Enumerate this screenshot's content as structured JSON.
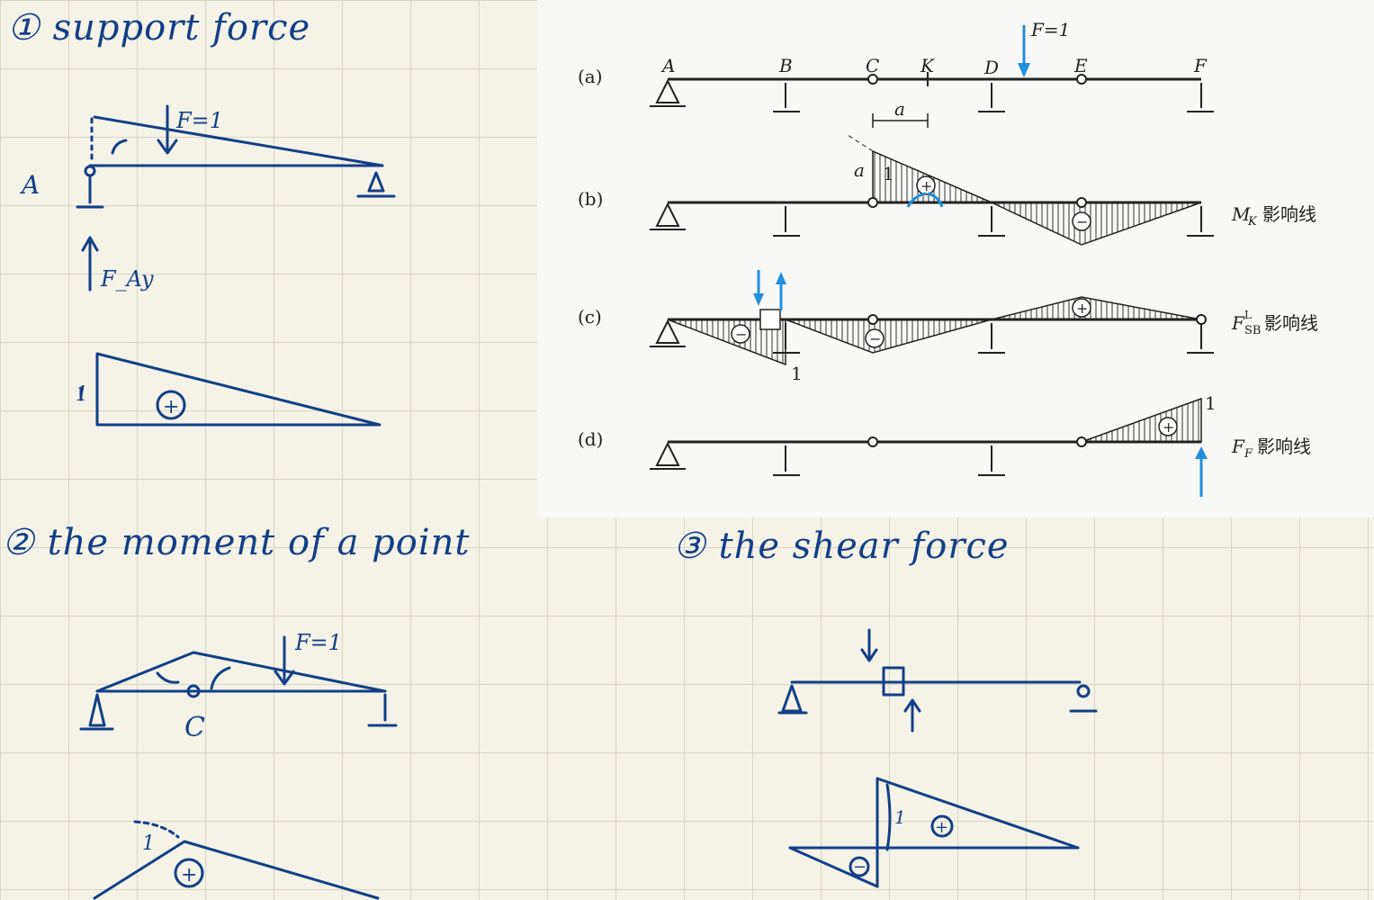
{
  "notes": {
    "section1_title": "① support force",
    "section2_title": "② the moment of a point",
    "section3_title": "③ the shear force",
    "s1": {
      "support_label": "A",
      "force_label": "F=1",
      "reaction_label": "F_Ay",
      "ordinate_label": "1",
      "sign": "+"
    },
    "s2": {
      "force_label": "F=1",
      "point_label": "C",
      "ordinate_label": "1",
      "sign": "+"
    },
    "s3": {
      "ordinate_label": "1",
      "sign_pos": "+",
      "sign_neg": "−"
    }
  },
  "textbook": {
    "force_label": "F=1",
    "nodes": [
      "A",
      "B",
      "C",
      "K",
      "D",
      "E",
      "F"
    ],
    "dimension_label": "a",
    "rows": [
      {
        "tag": "(a)",
        "caption": ""
      },
      {
        "tag": "(b)",
        "caption_sym": "M",
        "caption_sub": "K",
        "caption_text": "影响线",
        "ordinate_a": "a",
        "ordinate_1": "1"
      },
      {
        "tag": "(c)",
        "caption_sym": "F",
        "caption_sub": "SB",
        "caption_sup": "L",
        "caption_text": "影响线",
        "ordinate_1": "1"
      },
      {
        "tag": "(d)",
        "caption_sym": "F",
        "caption_sub": "F",
        "caption_text": "影响线",
        "ordinate_1": "1"
      }
    ],
    "signs": {
      "plus": "+",
      "minus": "−"
    }
  },
  "colors": {
    "ink": "#123f87",
    "print": "#222222",
    "highlight": "#1f8fe0"
  }
}
